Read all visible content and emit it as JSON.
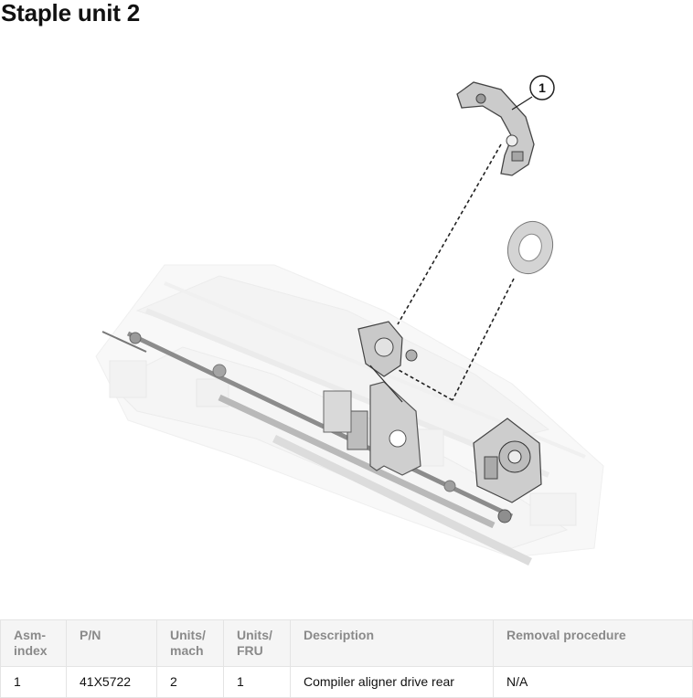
{
  "page": {
    "title": "Staple unit 2"
  },
  "figure": {
    "callout": "1"
  },
  "table": {
    "headers": [
      [
        "Asm-",
        "index"
      ],
      [
        "P/N"
      ],
      [
        "Units/",
        "mach"
      ],
      [
        "Units/",
        "FRU"
      ],
      [
        "Description"
      ],
      [
        "Removal procedure"
      ]
    ],
    "rows": [
      [
        "1",
        "41X5722",
        "2",
        "1",
        "Compiler aligner drive rear",
        "N/A"
      ]
    ]
  }
}
